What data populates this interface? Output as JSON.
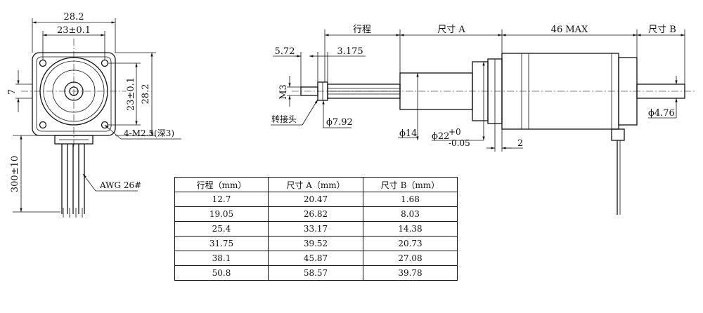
{
  "front_view": {
    "width_overall": "28.2",
    "hole_spacing_x": "23±0.1",
    "height_overall": "28.2",
    "hole_spacing_y": "23±0.1",
    "center_offset": "7",
    "mount_holes": "4-M2.5(深3)",
    "lead_length": "300±10",
    "wire_gauge": "AWG 26#"
  },
  "side_view": {
    "stroke": "行程",
    "dim_a": "尺寸 A",
    "max_len": "46 MAX",
    "dim_b": "尺寸 B",
    "d1": "5.72",
    "d2": "3.175",
    "thread": "M3",
    "adapter": "转接头",
    "adapter_dia": "ϕ7.92",
    "nut_dia": "ϕ14",
    "pilot_dia": "ϕ22",
    "tol_upper": "+0",
    "tol_lower": "-0.05",
    "pilot_len": "2",
    "shaft_dia": "ϕ4.76"
  },
  "table": {
    "headers": [
      "行程（mm）",
      "尺寸 A（mm）",
      "尺寸 B（mm）"
    ],
    "rows": [
      [
        "12.7",
        "20.47",
        "1.68"
      ],
      [
        "19.05",
        "26.82",
        "8.03"
      ],
      [
        "25.4",
        "33.17",
        "14.38"
      ],
      [
        "31.75",
        "39.52",
        "20.73"
      ],
      [
        "38.1",
        "45.87",
        "27.08"
      ],
      [
        "50.8",
        "58.57",
        "39.78"
      ]
    ]
  }
}
